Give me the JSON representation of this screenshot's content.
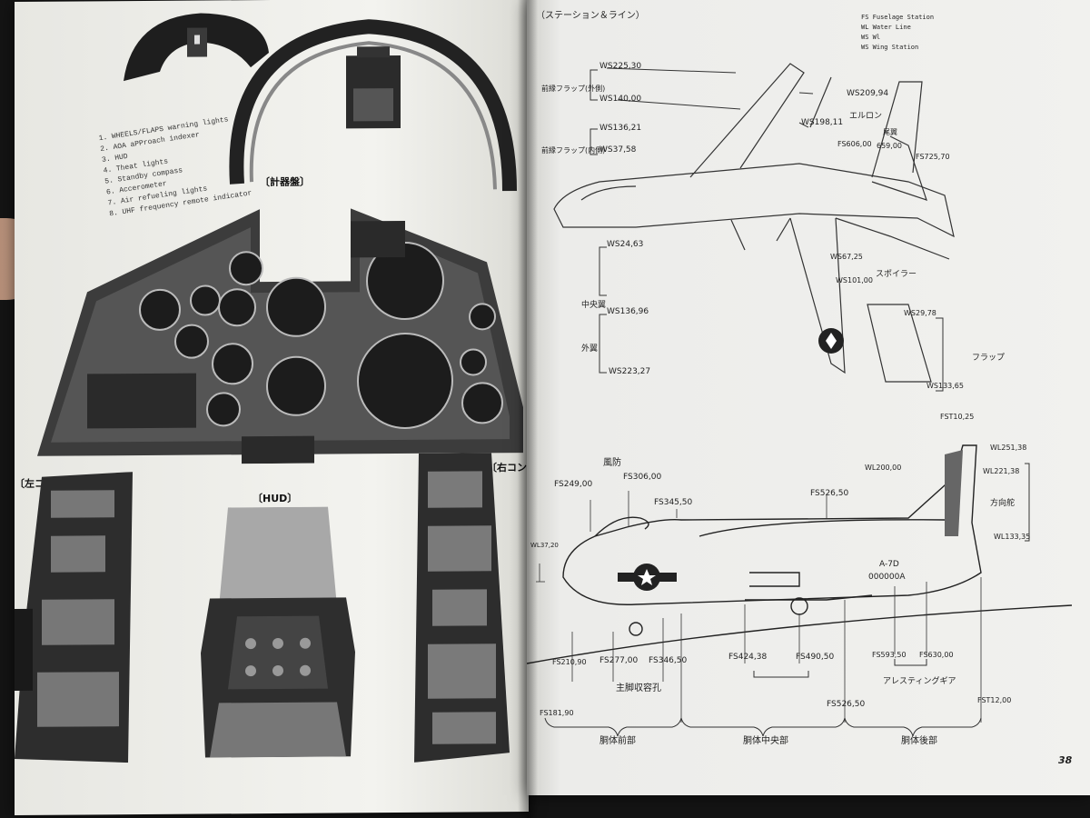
{
  "left_page": {
    "legend": [
      "1.  WHEELS/FLAPS warning lights",
      "2.  AOA aPProach indexer",
      "3.  HUD",
      "4.  Theat lights",
      "5.  Standby compass",
      "6.  Accerometer",
      "7.  Air refueling lights",
      "8.  UHF frequency remote indicator"
    ],
    "captions": {
      "panel": "〔計器盤〕",
      "left_console": "〔左コンソール〕",
      "hud": "〔HUD〕",
      "right_console": "〔右コンソール〕"
    }
  },
  "right_page": {
    "header": "（ステーション＆ライン）",
    "key": [
      "FS Fuselage Station",
      "WL Water Line",
      "WS Wl",
      "WS Wing Station"
    ],
    "page_number": "38",
    "top_view": {
      "ws225": "WS225,30",
      "outer_flap": "前縁フラップ(外側)",
      "ws140": "WS140,00",
      "ws209": "WS209,94",
      "aileron": "エルロン",
      "ws136a": "WS136,21",
      "ws198": "WS198,11",
      "tail_label": "尾翼",
      "inner_flap": "前縁フラップ(内側)",
      "fs606": "FS606,00",
      "span659": "659,00",
      "fs725": "FS725,70",
      "ws37": "WS37,58",
      "ws24": "WS24,63",
      "ws67": "WS67,25",
      "spoiler": "スポイラー",
      "center_wing": "中央翼",
      "ws101": "WS101,00",
      "ws136b": "WS136,96",
      "ws29": "WS29,78",
      "outer_wing": "外翼",
      "flap": "フラップ",
      "ws223": "WS223,27",
      "ws133": "WS133,65"
    },
    "side_view": {
      "fs710": "FST10,25",
      "wl251": "WL251,38",
      "windshield": "風防",
      "fs249": "FS249,00",
      "fs306": "FS306,00",
      "wl200": "WL200,00",
      "wl221": "WL221,38",
      "fs345": "FS345,50",
      "fs526a": "FS526,50",
      "rudder": "方向舵",
      "wl37": "WL37,20",
      "wl133": "WL133,35",
      "model": "A-7D",
      "serial": "000000A",
      "fs210": "FS210,90",
      "fs277": "FS277,00",
      "fs346": "FS346,50",
      "fs424": "FS424,38",
      "fs490": "FS490,50",
      "fs593": "FS593,50",
      "fs630": "FS630,00",
      "gear_well": "主脚収容孔",
      "arresting_gear": "アレスティングギア",
      "fs526b": "FS526,50",
      "fs181": "FS181,90",
      "fs712": "FST12,00",
      "fwd_fuselage": "胴体前部",
      "center_fuselage": "胴体中央部",
      "aft_fuselage": "胴体後部"
    }
  }
}
